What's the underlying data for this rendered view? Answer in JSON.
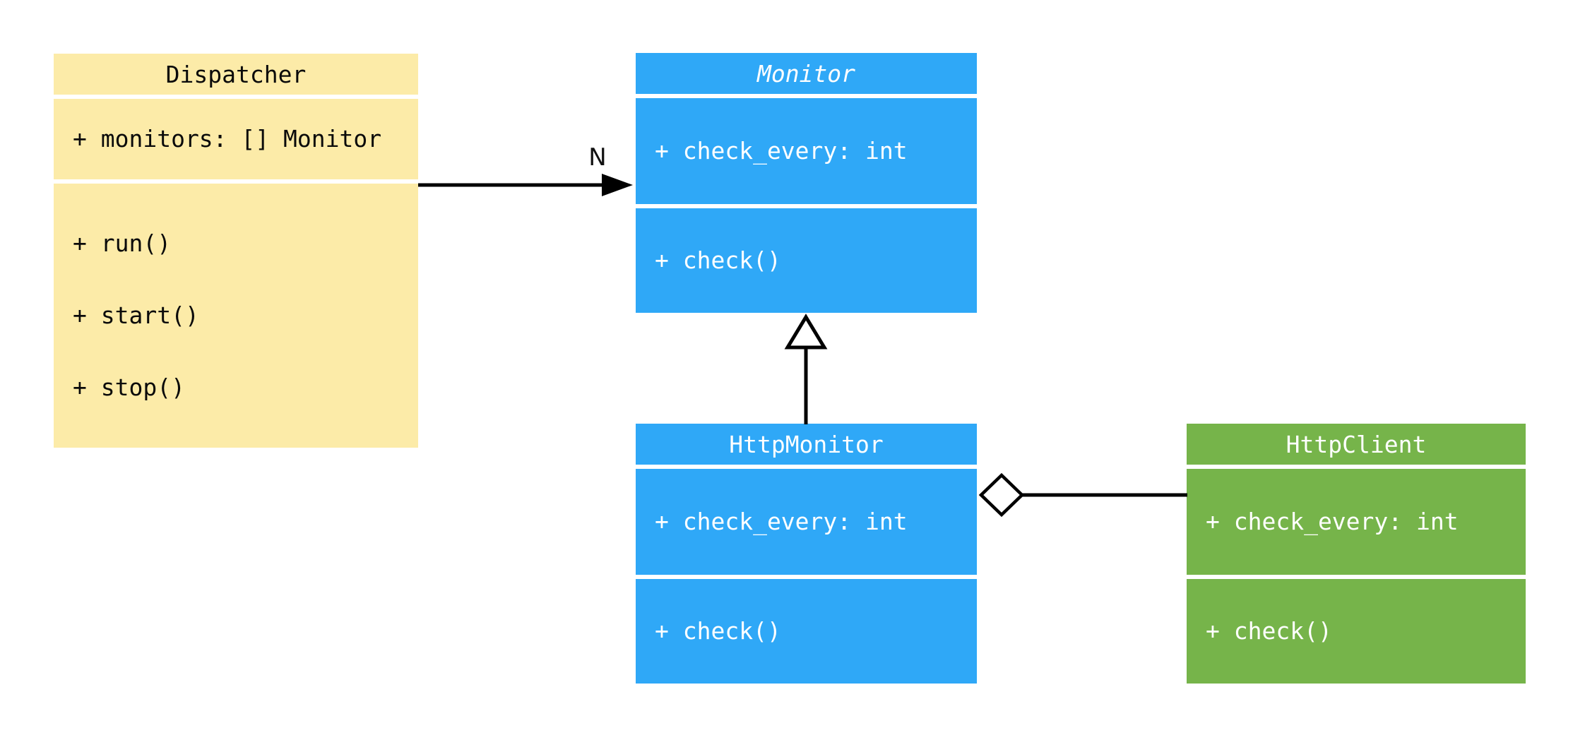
{
  "diagram": {
    "kind": "uml-class-diagram",
    "classes": [
      {
        "id": "dispatcher",
        "name": "Dispatcher",
        "abstract": false,
        "fill": "#FCEBA8",
        "text_color": "#0A0A0A",
        "attributes": [
          "+ monitors: [] Monitor"
        ],
        "methods": [
          "+ run()",
          "+ start()",
          "+ stop()"
        ]
      },
      {
        "id": "monitor",
        "name": "Monitor",
        "abstract": true,
        "fill": "#2FA8F7",
        "text_color": "#FFFFFF",
        "attributes": [
          "+ check_every: int"
        ],
        "methods": [
          "+ check()"
        ]
      },
      {
        "id": "http-monitor",
        "name": "HttpMonitor",
        "abstract": false,
        "fill": "#2FA8F7",
        "text_color": "#FFFFFF",
        "attributes": [
          "+ check_every: int"
        ],
        "methods": [
          "+ check()"
        ]
      },
      {
        "id": "http-client",
        "name": "HttpClient",
        "abstract": false,
        "fill": "#76B44A",
        "text_color": "#FFFFFF",
        "attributes": [
          "+ check_every: int"
        ],
        "methods": [
          "+ check()"
        ]
      }
    ],
    "relationships": [
      {
        "from": "dispatcher",
        "to": "monitor",
        "type": "association-arrow",
        "label": "N"
      },
      {
        "from": "http-monitor",
        "to": "monitor",
        "type": "inheritance",
        "label": ""
      },
      {
        "from": "http-monitor",
        "to": "http-client",
        "type": "aggregation",
        "label": ""
      }
    ],
    "line_color": "#000000"
  }
}
